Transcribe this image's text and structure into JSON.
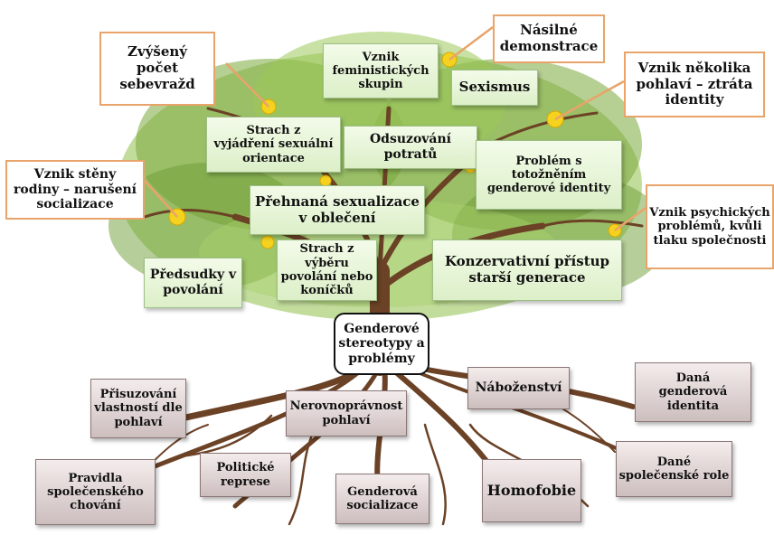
{
  "center": "Genderové\nstereotypy a\nproblémy",
  "leaves": [
    "Vznik\nfeministických\nskupin",
    "Sexismus",
    "Strach z\nvyjádření sexuální\norientace",
    "Odsuzování\npotratů",
    "Problém s\ntotožněním\ngenderové identity",
    "Přehnaná sexualizace\nv oblečení",
    "Předsudky v\npovolání",
    "Strach z výběru\npovolání nebo\nkoníčků",
    "Konzervativní přístup\nstarší generace"
  ],
  "consequences": [
    "Zvýšený\npočet\nsebevražd",
    "Násilné\ndemonstrace",
    "Vznik několika\npohlaví – ztráta\nidentity",
    "Vznik stěny\nrodiny – narušení\nsocializace",
    "Vznik psychických\nproblémů, kvůli\ntlaku společnosti"
  ],
  "roots": [
    "Přisuzování\nvlastností dle\npohlaví",
    "Nerovnoprávnost\npohlaví",
    "Náboženství",
    "Daná\ngenderová\nidentita",
    "Pravidla\nspolečenského\nchování",
    "Politické\nreprese",
    "Genderová\nsocializace",
    "Homofobie",
    "Dané\nspolečenské role"
  ],
  "colors": {
    "leaf_box": "#dcefc8",
    "consequence_border": "#e8a46a",
    "root_box": "#cdbebe",
    "trunk": "#6b4226",
    "foliage": "#7aa83a",
    "flower": "#f4d21f"
  }
}
